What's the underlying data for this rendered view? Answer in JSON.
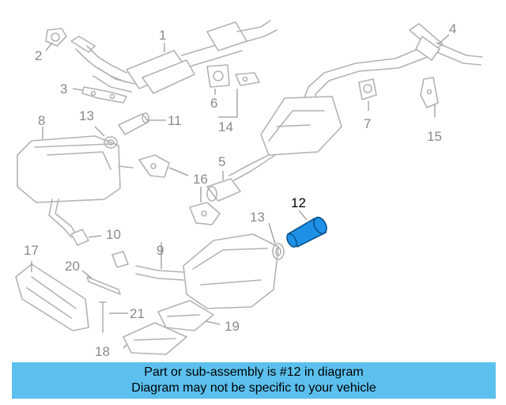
{
  "highlighted_part": "12",
  "colors": {
    "highlight_fill": "#1e90e6",
    "banner_bg": "#5bc0ee",
    "part_stroke": "#b3b3b3",
    "label_gray": "#8a8a8a"
  },
  "callouts": {
    "c1": "1",
    "c2": "2",
    "c3": "3",
    "c4": "4",
    "c5": "5",
    "c6": "6",
    "c7": "7",
    "c8": "8",
    "c9": "9",
    "c10": "10",
    "c11": "11",
    "c12": "12",
    "c13a": "13",
    "c13b": "13",
    "c14": "14",
    "c15": "15",
    "c16": "16",
    "c17": "17",
    "c18": "18",
    "c19": "19",
    "c20": "20",
    "c21": "21"
  },
  "banner": {
    "line1": "Part or sub-assembly is #12 in diagram",
    "line2": "Diagram may not be specific to your vehicle"
  }
}
